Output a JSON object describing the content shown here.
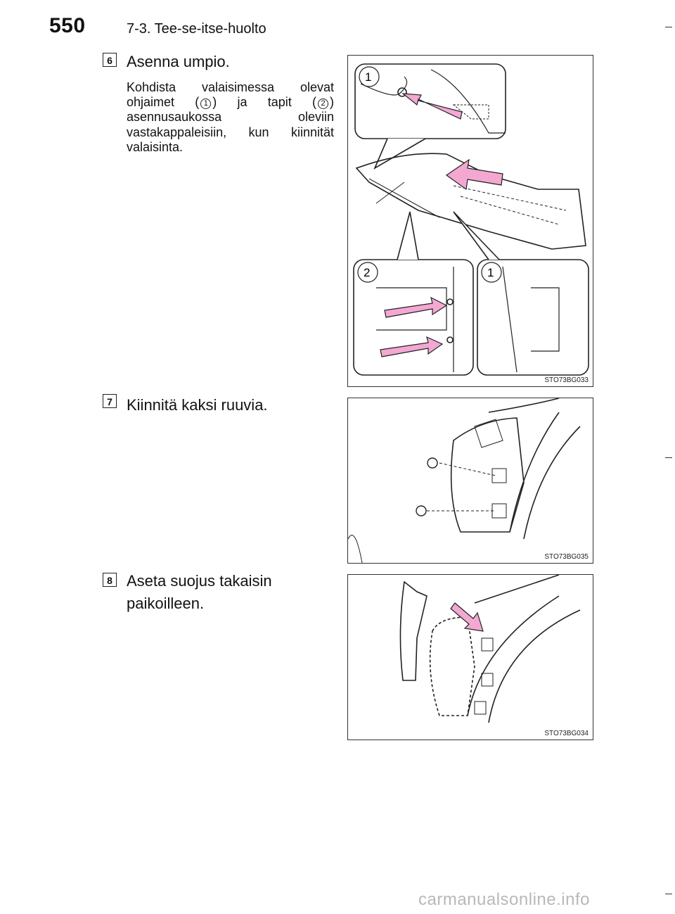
{
  "header": {
    "page_number": "550",
    "section": "7-3. Tee-se-itse-huolto"
  },
  "steps": [
    {
      "number": "6",
      "heading": "Asenna umpio.",
      "desc_before": "Kohdista valaisimessa olevat ohjaimet (",
      "marker1": "1",
      "desc_middle": ") ja tapit (",
      "marker2": "2",
      "desc_after": ") asennusaukossa oleviin vastakappaleisiin, kun kiinnität valaisinta.",
      "figure": {
        "code": "STO73BG033",
        "callouts": [
          "1",
          "2",
          "1"
        ]
      }
    },
    {
      "number": "7",
      "heading": "Kiinnitä kaksi ruuvia.",
      "figure": {
        "code": "STO73BG035"
      }
    },
    {
      "number": "8",
      "heading": "Aseta suojus takaisin paikoilleen.",
      "figure": {
        "code": "STO73BG034"
      }
    }
  ],
  "colors": {
    "arrow": "#f3a8d2",
    "line": "#222222",
    "text": "#111111",
    "watermark": "#b8b8b8"
  },
  "watermark": "carmanualsonline.info"
}
